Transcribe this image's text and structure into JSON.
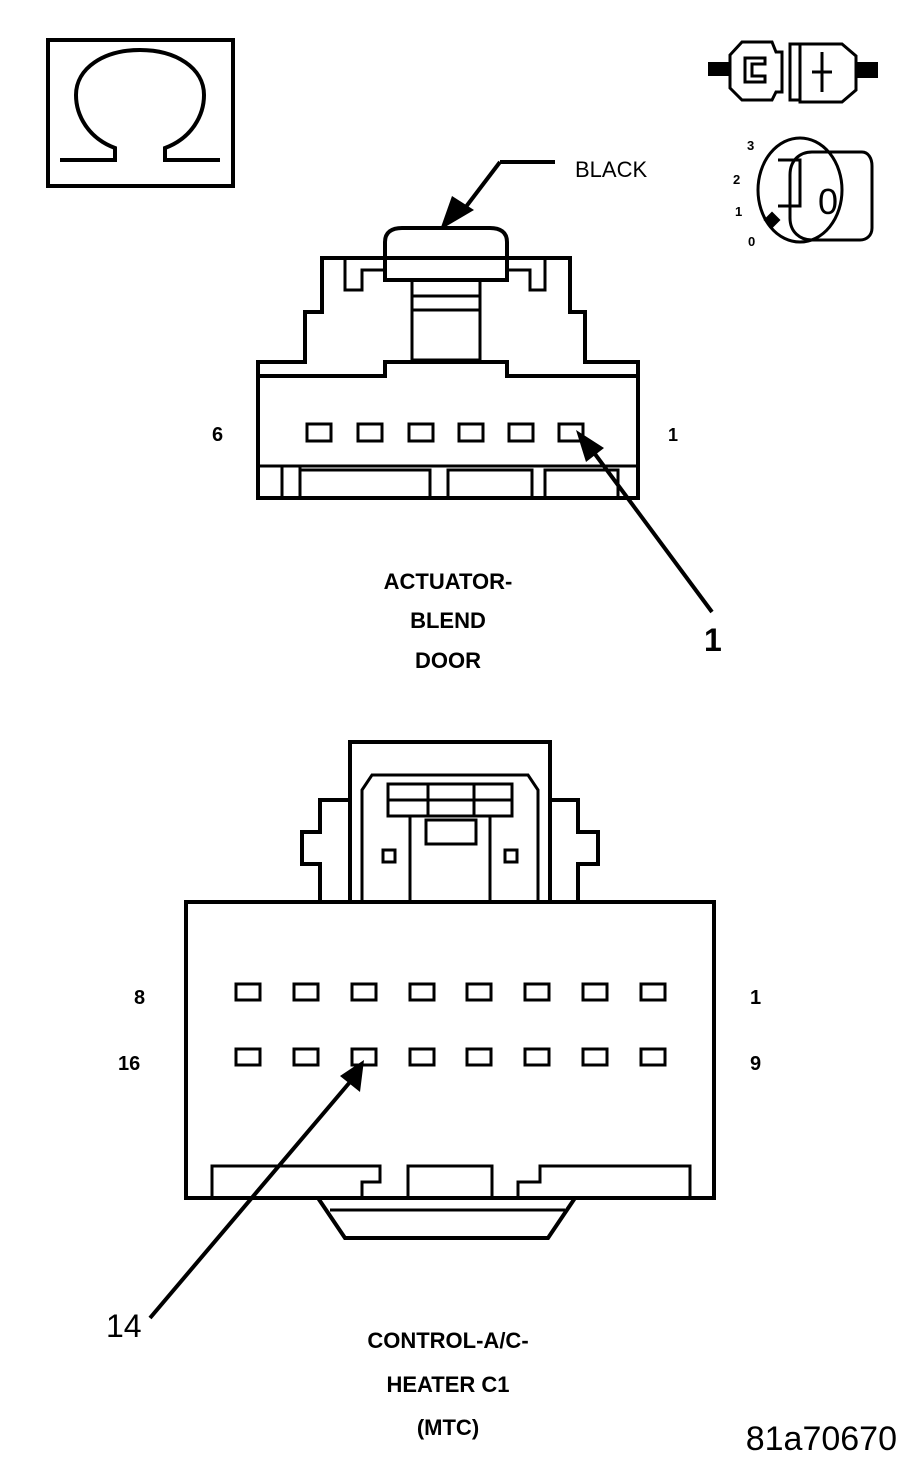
{
  "ohm_symbol": {
    "icon": "ohm-icon"
  },
  "ignition": {
    "icon": "ignition-key-off-icon",
    "positions": [
      "3",
      "2",
      "1",
      "0"
    ],
    "key_label": "0"
  },
  "connector_disconnect": {
    "icon": "connector-disconnected-icon"
  },
  "top_connector": {
    "color_label": "BLACK",
    "left_pin": "6",
    "right_pin": "1",
    "callout": "1",
    "title_lines": [
      "ACTUATOR-",
      "BLEND",
      "DOOR"
    ]
  },
  "bottom_connector": {
    "row1_left": "8",
    "row1_right": "1",
    "row2_left": "16",
    "row2_right": "9",
    "callout": "14",
    "title_lines": [
      "CONTROL-A/C-",
      "HEATER C1",
      "(MTC)"
    ]
  },
  "figure_id": "81a70670"
}
